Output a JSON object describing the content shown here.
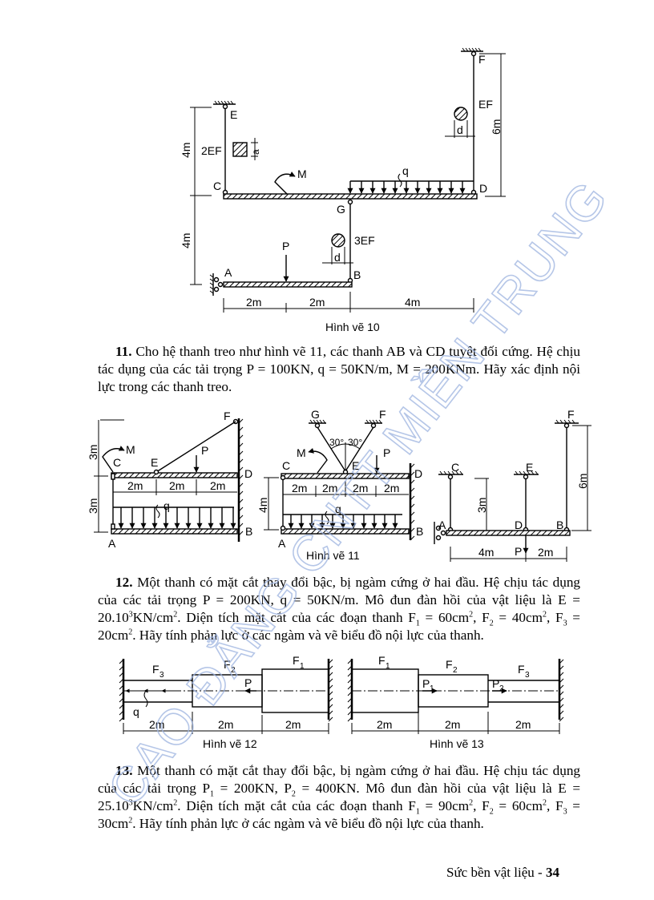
{
  "watermark": {
    "text": "CAO ĐẲNG CNTT MIỀN TRUNG",
    "color": "#9db3e0"
  },
  "figures": {
    "fig10": {
      "caption": "Hình vẽ 10",
      "labels": {
        "E": "E",
        "F": "F",
        "C": "C",
        "D": "D",
        "G": "G",
        "A": "A",
        "B": "B",
        "M": "M",
        "q": "q",
        "P": "P",
        "a": "a",
        "d1": "d",
        "d2": "d"
      },
      "bars": {
        "ce": "2EF",
        "df": "EF",
        "gb": "3EF"
      },
      "dims": {
        "ce_h": "4m",
        "ab_h": "4m",
        "df_h": "6m",
        "ap": "2m",
        "pb": "2m",
        "bd": "4m"
      }
    },
    "fig11": {
      "caption": "Hình vẽ 11",
      "left": {
        "F": "F",
        "M": "M",
        "C": "C",
        "E": "E",
        "P": "P",
        "D": "D",
        "q": "q",
        "A": "A",
        "B": "B",
        "h1": "3m",
        "h2": "3m",
        "s1": "2m",
        "s2": "2m",
        "s3": "2m"
      },
      "mid": {
        "G": "G",
        "F": "F",
        "a1": "30°",
        "a2": "30°",
        "M": "M",
        "P": "P",
        "C": "C",
        "E": "E",
        "D": "D",
        "q": "q",
        "A": "A",
        "B": "B",
        "h": "4m",
        "s1": "2m",
        "s2": "2m",
        "s3": "2m",
        "s4": "2m"
      },
      "right": {
        "F": "F",
        "C": "C",
        "E": "E",
        "A": "A",
        "D": "D",
        "B": "B",
        "P": "P",
        "h1": "3m",
        "h2": "6m",
        "s1": "4m",
        "s2": "2m"
      }
    },
    "fig12": {
      "caption": "Hình vẽ 12",
      "labels": {
        "F3": "F",
        "F3sub": "3",
        "F2": "F",
        "F2sub": "2",
        "F1": "F",
        "F1sub": "1",
        "P": "P",
        "q": "q"
      },
      "dims": [
        "2m",
        "2m",
        "2m"
      ]
    },
    "fig13": {
      "caption": "Hình vẽ 13",
      "labels": {
        "F1": "F",
        "F1sub": "1",
        "F2": "F",
        "F2sub": "2",
        "F3": "F",
        "F3sub": "3",
        "P1": "P",
        "P1sub": "1",
        "P2": "P",
        "P2sub": "2"
      },
      "dims": [
        "2m",
        "2m",
        "2m"
      ]
    }
  },
  "problems": {
    "p11": {
      "number": "11.",
      "text": "Cho hệ thanh treo như hình vẽ 11, các thanh AB và CD tuyệt đối cứng. Hệ chịu tác dụng của các tải trọng P = 100KN, q = 50KN/m, M = 200KNm. Hãy xác định nội lực trong các thanh treo."
    },
    "p12": {
      "number": "12.",
      "t1": "Một thanh có mặt cắt thay đổi bậc, bị ngàm cứng ở hai đầu. Hệ chịu tác dụng của các tải trọng P = 200KN, q = 50KN/m. Mô đun đàn hồi của vật liệu là E = 20.10",
      "e_exp": "3",
      "t2": "KN/cm",
      "t2_exp": "2",
      "t3": ". Diện tích mặt cắt của các đoạn thanh F",
      "s1": "1",
      "t4": " = 60cm",
      "t4_exp": "2",
      "t5": ", F",
      "s2": "2",
      "t6": " =  40cm",
      "t6_exp": "2",
      "t7": ", F",
      "s3": "3",
      "t8": " = 20cm",
      "t8_exp": "2",
      "t9": ". Hãy tính phản lực ở các ngàm và vẽ biểu đồ nội lực của thanh."
    },
    "p13": {
      "number": "13.",
      "t1": "Một thanh có mặt cắt thay đổi bậc, bị ngàm cứng ở hai đầu. Hệ chịu tác dụng của các tải trọng P",
      "p1sub": "1",
      "t1b": " = 200KN, P",
      "p2sub": "2",
      "t1c": " = 400KN. Mô đun đàn hồi của vật liệu là E = 25.10",
      "e_exp": "3",
      "t2": "KN/cm",
      "t2_exp": "2",
      "t3": ". Diện tích mặt cắt của các đoạn thanh F",
      "s1": "1",
      "t4": " = 90cm",
      "t4_exp": "2",
      "t5": ", F",
      "s2": "2",
      "t6": " =  60cm",
      "t6_exp": "2",
      "t7": ", F",
      "s3": "3",
      "t8": " = 30cm",
      "t8_exp": "2",
      "t9": ". Hãy tính phản lực ở các ngàm và vẽ biểu đồ nội lực của thanh."
    }
  },
  "footer": {
    "title": "Sức bền vật liệu - ",
    "page": "34"
  }
}
